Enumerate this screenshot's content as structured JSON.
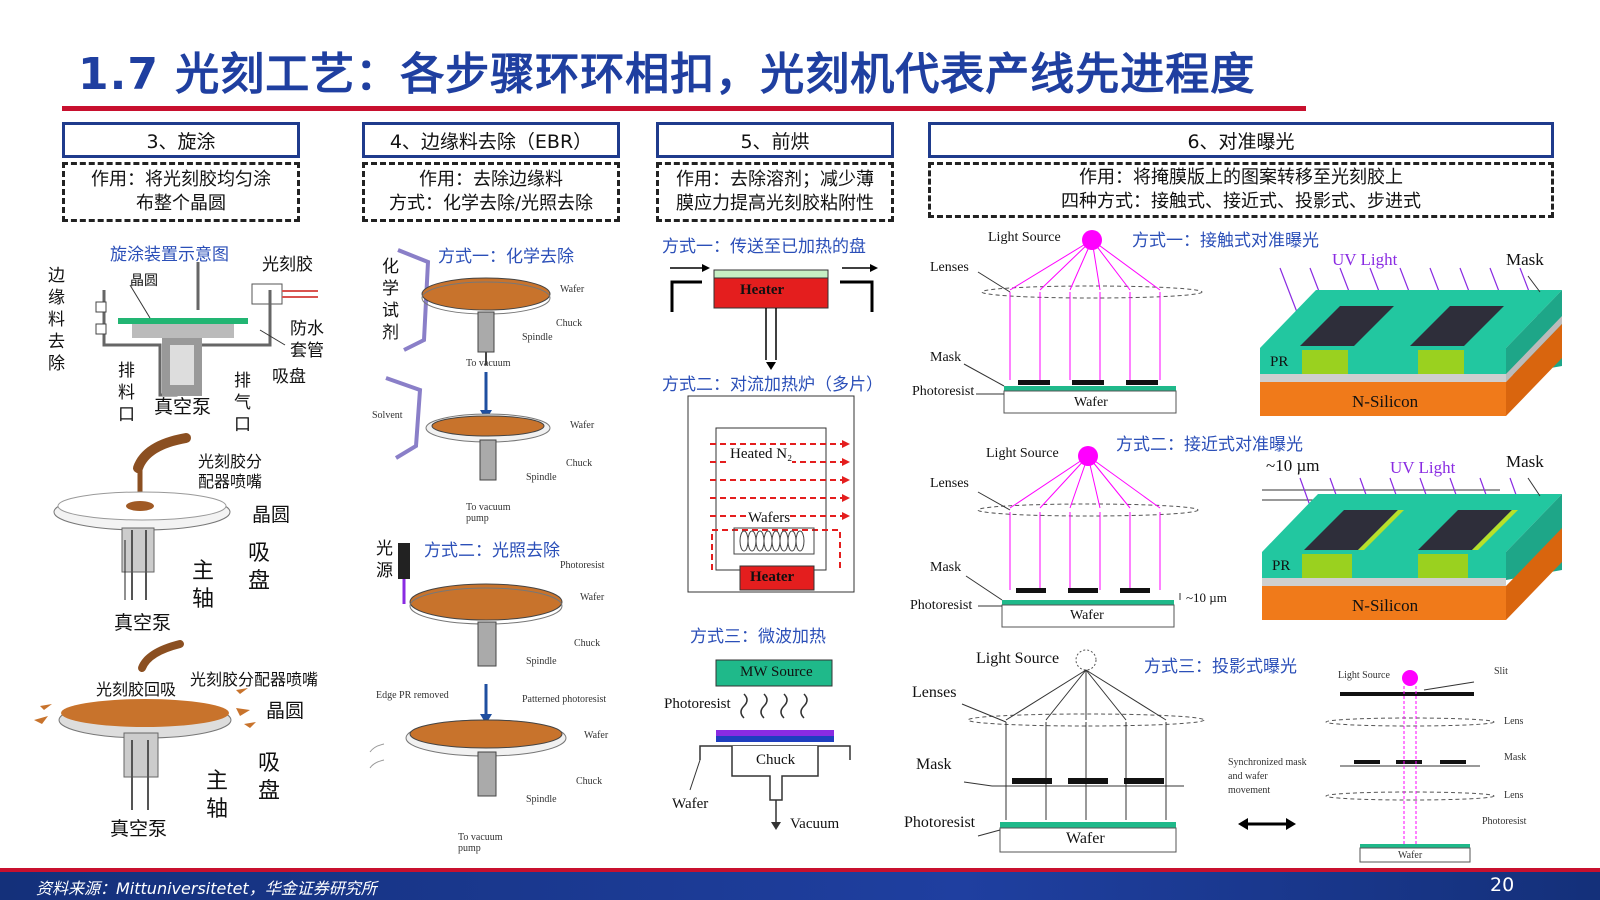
{
  "header": {
    "title": "1.7 光刻工艺：各步骤环环相扣，光刻机代表产线先进程度"
  },
  "steps": [
    {
      "label": "3、旋涂",
      "role_lines": [
        "作用：将光刻胶均匀涂",
        "布整个晶圆"
      ]
    },
    {
      "label": "4、边缘料去除（EBR）",
      "role_lines": [
        "作用：去除边缘料",
        "方式：化学去除/光照去除"
      ]
    },
    {
      "label": "5、前烘",
      "role_lines": [
        "作用：去除溶剂；减少薄",
        "膜应力提高光刻胶粘附性"
      ]
    },
    {
      "label": "6、对准曝光",
      "role_lines": [
        "作用：将掩膜版上的图案转移至光刻胶上",
        "四种方式：接触式、接近式、投影式、步进式"
      ]
    }
  ],
  "spin": {
    "caption": "旋涂装置示意图",
    "labels": {
      "photoresist": "光刻胶",
      "wafer": "晶圆",
      "edge_removal": "边缘料去除",
      "waterproof": "防水套管",
      "drain": "排料口",
      "vacuum_pump": "真空泵",
      "exhaust": "排气口",
      "chuck": "吸盘",
      "nozzle": "光刻胶分配器喷嘴",
      "wafer2": "晶圆",
      "chuck2": "吸盘",
      "spindle": "主轴",
      "vacuum2": "真空泵",
      "suckback": "光刻胶回吸",
      "nozzle3": "光刻胶分配器喷嘴",
      "wafer3": "晶圆",
      "chuck3": "吸盘",
      "spindle3": "主轴",
      "vacuum3": "真空泵"
    }
  },
  "ebr": {
    "method1": "方式一：化学去除",
    "method2": "方式二：光照去除",
    "chem_reagent": "化学试剂",
    "light_source": "光源",
    "small": {
      "wafer": "Wafer",
      "chuck": "Chuck",
      "spindle": "Spindle",
      "to_vacuum": "To vacuum",
      "solvent": "Solvent",
      "to_vacuum_pump": "To vacuum pump",
      "photoresist": "Photoresist",
      "edge_pr_removed": "Edge PR removed",
      "patterned_pr": "Patterned photoresist"
    }
  },
  "bake": {
    "method1": "方式一：传送至已加热的盘",
    "method2": "方式二：对流加热炉（多片）",
    "method3": "方式三：微波加热",
    "heater": "Heater",
    "heated_n2": "Heated N₂",
    "wafers": "Wafers",
    "mw_source": "MW Source",
    "photoresist": "Photoresist",
    "chuck": "Chuck",
    "wafer": "Wafer",
    "vacuum": "Vacuum"
  },
  "expose": {
    "method1": "方式一：接触式对准曝光",
    "method2": "方式二：接近式对准曝光",
    "method3": "方式三：投影式曝光",
    "light_source": "Light Source",
    "lenses": "Lenses",
    "mask": "Mask",
    "photoresist": "Photoresist",
    "wafer": "Wafer",
    "uv_light": "UV Light",
    "pr": "PR",
    "n_silicon": "N-Silicon",
    "gap": "~10 µm",
    "slit": "Slit",
    "lens": "Lens",
    "sync": "Synchronized mask and wafer movement"
  },
  "colors": {
    "title_blue": "#1f3fa0",
    "red_rule": "#c8102e",
    "pr_brown": "#c8732c",
    "heater_red": "#e41e1e",
    "mw_green": "#1fb98a",
    "teal": "#22c7a0",
    "n_si": "#f07a1a",
    "mask_dark": "#2e2e3a",
    "lime": "#9ad11f",
    "magenta": "#ff00ff"
  },
  "footer": {
    "source": "资料来源：Mittuniversitetet，华金证券研究所",
    "page": "20"
  }
}
